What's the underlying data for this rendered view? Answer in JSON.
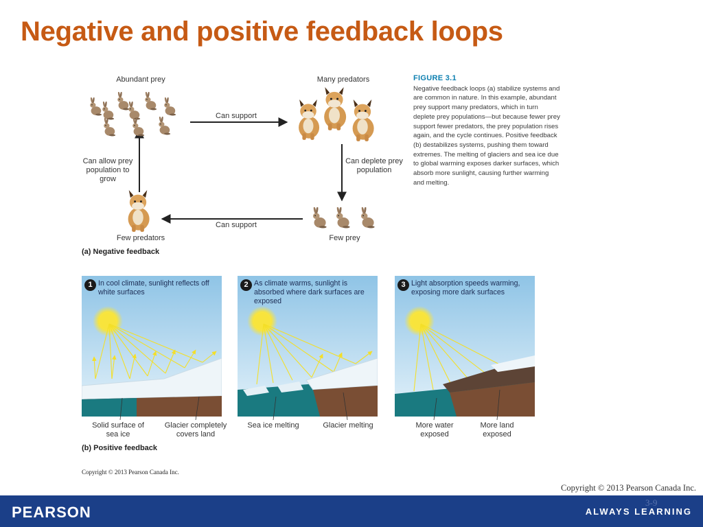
{
  "slide": {
    "title": "Negative and positive feedback loops",
    "copyright_main": "Copyright © 2013 Pearson Canada Inc.",
    "slide_number": "3-9"
  },
  "negative_loop": {
    "node_top_left": "Abundant prey",
    "node_top_right": "Many predators",
    "node_bottom_left": "Few predators",
    "node_bottom_right": "Few prey",
    "arrow_top": "Can support",
    "arrow_bottom": "Can support",
    "arrow_left": "Can allow prey population to grow",
    "arrow_right": "Can deplete prey population",
    "caption": "(a) Negative feedback"
  },
  "figure_caption": {
    "label": "FIGURE 3.1",
    "text": "Negative feedback loops (a) stabilize systems and are common in nature. In this example, abundant prey support many predators, which in turn deplete prey populations—but because fewer prey support fewer predators, the prey population rises again, and the cycle continues. Positive feedback (b) destabilizes systems, pushing them toward extremes. The melting of glaciers and sea ice due to global warming exposes darker surfaces, which absorb more sunlight, causing further warming and melting."
  },
  "positive_loop": {
    "panels": [
      {
        "number": "1",
        "text": "In cool climate, sunlight reflects off white surfaces",
        "label_left": "Solid surface of sea ice",
        "label_right": "Glacier completely covers land"
      },
      {
        "number": "2",
        "text": "As climate warms, sunlight is absorbed where dark surfaces are exposed",
        "label_left": "Sea ice melting",
        "label_right": "Glacier melting"
      },
      {
        "number": "3",
        "text": "Light absorption speeds warming, exposing more dark surfaces",
        "label_left": "More water exposed",
        "label_right": "More land exposed"
      }
    ],
    "caption": "(b) Positive feedback"
  },
  "figure_copyright": "Copyright © 2013 Pearson Canada Inc.",
  "footer": {
    "brand": "PEARSON",
    "tagline": "ALWAYS LEARNING"
  },
  "colors": {
    "title": "#c65a14",
    "footer_bar": "#1b3f88",
    "figure_label": "#0c7fb0",
    "sky": "#a9d3ec",
    "sun": "#f7e54a",
    "water": "#1a7a80",
    "ice": "#eaf3f8"
  }
}
